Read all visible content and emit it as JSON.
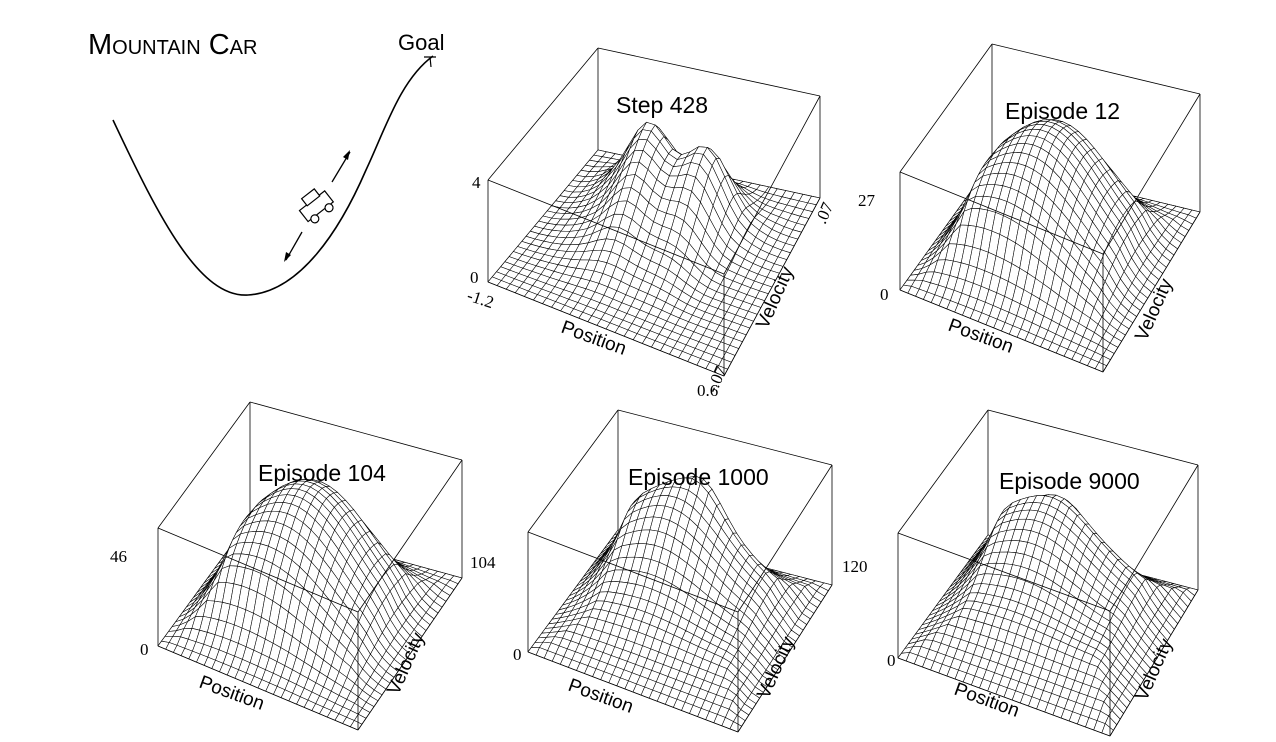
{
  "title": "Mountain Car",
  "goal_label": "Goal",
  "panels": [
    {
      "id": "step428",
      "title": "Step 428",
      "zmax_label": "4",
      "zmin_label": "0",
      "xaxis_label": "Position",
      "yaxis_label": "Velocity",
      "x_min_label": "-1.2",
      "x_max_label": "0.6",
      "v_min_label": "-.07",
      "v_max_label": ".07"
    },
    {
      "id": "ep12",
      "title": "Episode 12",
      "zmax_label": "27",
      "zmin_label": "0",
      "xaxis_label": "Position",
      "yaxis_label": "Velocity"
    },
    {
      "id": "ep104",
      "title": "Episode 104",
      "zmax_label": "46",
      "zmin_label": "0",
      "xaxis_label": "Position",
      "yaxis_label": "Velocity"
    },
    {
      "id": "ep1000",
      "title": "Episode 1000",
      "zmax_label": "104",
      "zmin_label": "0",
      "xaxis_label": "Position",
      "yaxis_label": "Velocity"
    },
    {
      "id": "ep9000",
      "title": "Episode 9000",
      "zmax_label": "120",
      "zmin_label": "0",
      "xaxis_label": "Position",
      "yaxis_label": "Velocity"
    }
  ]
}
